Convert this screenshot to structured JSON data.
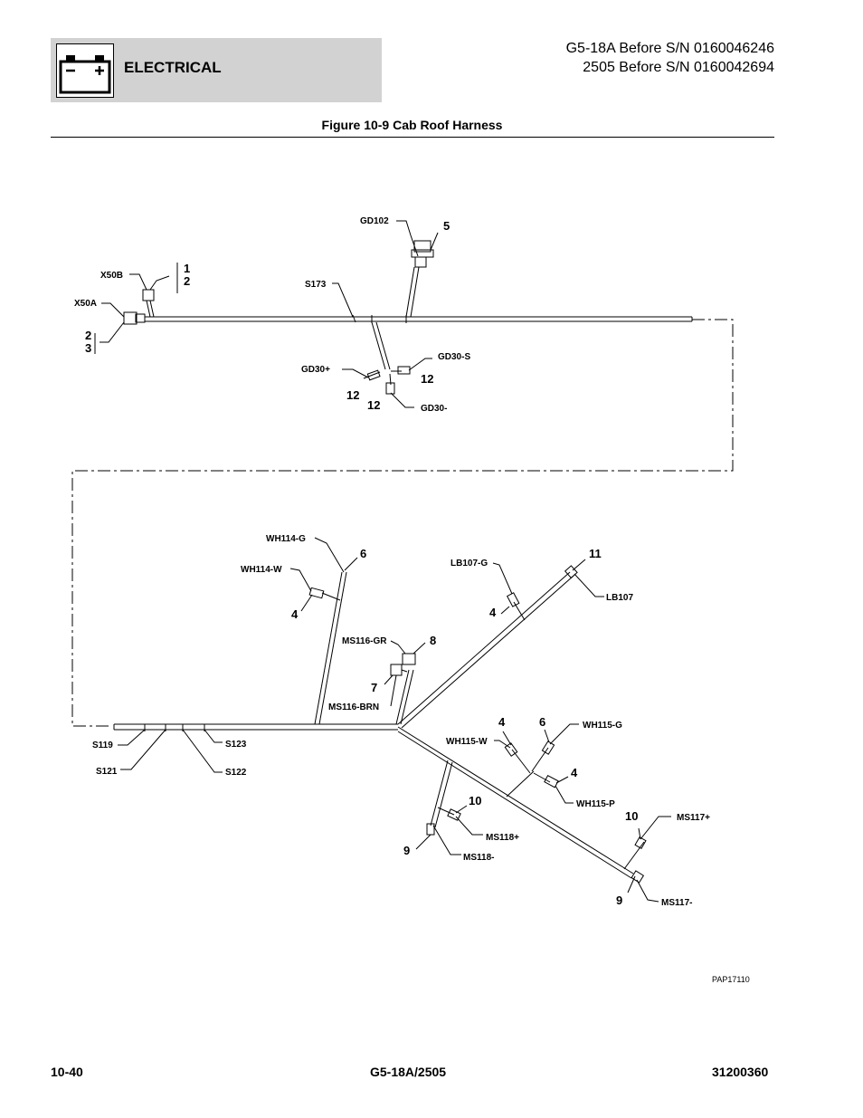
{
  "header": {
    "section": "ELECTRICAL",
    "model_line_1": "G5-18A Before S/N 0160046246",
    "model_line_2": "2505 Before S/N 0160042694"
  },
  "figure": {
    "title": "Figure 10-9 Cab Roof Harness",
    "ref": "PAP17110"
  },
  "labels": {
    "gd102": "GD102",
    "x50b": "X50B",
    "x50a": "X50A",
    "s173": "S173",
    "gd30p": "GD30+",
    "gd30s": "GD30-S",
    "gd30m": "GD30-",
    "wh114g": "WH114-G",
    "wh114w": "WH114-W",
    "lb107g": "LB107-G",
    "lb107": "LB107",
    "ms116gr": "MS116-GR",
    "ms116brn": "MS116-BRN",
    "s119": "S119",
    "s121": "S121",
    "s123": "S123",
    "s122": "S122",
    "wh115w": "WH115-W",
    "wh115g": "WH115-G",
    "wh115p": "WH115-P",
    "ms118p": "MS118+",
    "ms118m": "MS118-",
    "ms117p": "MS117+",
    "ms117m": "MS117-"
  },
  "callouts": {
    "n5": "5",
    "n1": "1",
    "n2": "2",
    "n2b": "2",
    "n3": "3",
    "n12a": "12",
    "n12b": "12",
    "n12c": "12",
    "n6a": "6",
    "n4a": "4",
    "n4b": "4",
    "n11": "11",
    "n8": "8",
    "n7": "7",
    "n4c": "4",
    "n6b": "6",
    "n4d": "4",
    "n10a": "10",
    "n9a": "9",
    "n10b": "10",
    "n9b": "9"
  },
  "footer": {
    "page": "10-40",
    "model": "G5-18A/2505",
    "doc": "31200360"
  }
}
